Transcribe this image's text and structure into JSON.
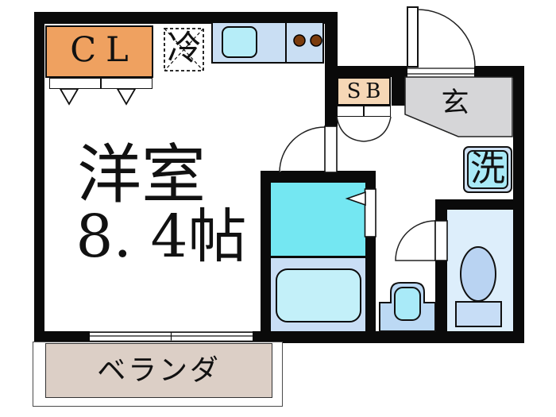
{
  "plan": {
    "room": {
      "name": "洋室",
      "size": "8. 4帖"
    },
    "closet": {
      "label": "CL"
    },
    "fridge": {
      "label": "冷"
    },
    "shoe_box": {
      "label": "SB"
    },
    "entrance": {
      "label": "玄"
    },
    "laundry": {
      "label": "洗"
    },
    "veranda": {
      "label": "ベランダ"
    }
  },
  "colors": {
    "wall": "#0A0A0A",
    "closet_orange": "#EFA160",
    "shoe_box_peach": "#F6D7B6",
    "counter_blue": "#C9DEF3",
    "sink_cyan": "#B6EDF8",
    "burner_brown": "#7B3C0D",
    "entrance_gray": "#D6D6D8",
    "washer_outer": "#CFE1F3",
    "washer_inner": "#A9E9F6",
    "bath_cyan": "#74E7F2",
    "bath_floor_blue": "#C9DEF5",
    "bathtub_cyan": "#C3F0F9",
    "toilet_room_blue": "#DDEEFB",
    "toilet_bowl_blue": "#B9D3F2",
    "toilet_tank_blue": "#C7DDF6",
    "basin_blue": "#BCD9F4",
    "basin_sink_cyan": "#A9EAF8",
    "veranda_beige": "#DCCFC6"
  }
}
